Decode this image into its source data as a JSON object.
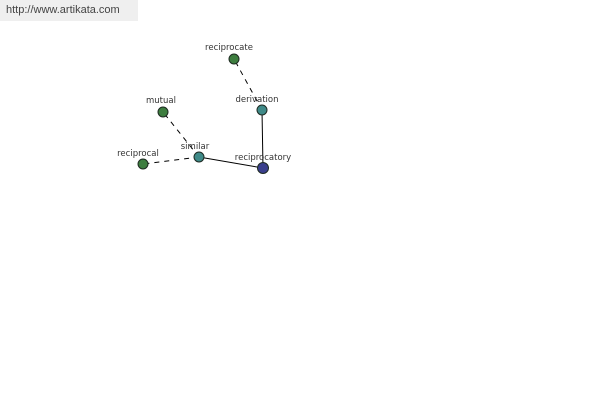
{
  "banner": {
    "url_text": "http://www.artikata.com"
  },
  "graph": {
    "colors": {
      "node_green": "#3d7d3f",
      "node_teal": "#3f8a88",
      "node_center": "#3a3f8c",
      "node_stroke": "#1e2a22",
      "edge": "#000000"
    },
    "nodes": [
      {
        "id": "reciprocatory",
        "label": "reciprocatory",
        "kind": "center"
      },
      {
        "id": "derivation",
        "label": "derivation",
        "kind": "teal"
      },
      {
        "id": "similar",
        "label": "similar",
        "kind": "teal"
      },
      {
        "id": "reciprocate",
        "label": "reciprocate",
        "kind": "green"
      },
      {
        "id": "mutual",
        "label": "mutual",
        "kind": "green"
      },
      {
        "id": "reciprocal",
        "label": "reciprocal",
        "kind": "green"
      }
    ],
    "edges": [
      {
        "from": "reciprocatory",
        "to": "derivation",
        "style": "solid"
      },
      {
        "from": "reciprocatory",
        "to": "similar",
        "style": "solid"
      },
      {
        "from": "derivation",
        "to": "reciprocate",
        "style": "dashed"
      },
      {
        "from": "similar",
        "to": "mutual",
        "style": "dashed"
      },
      {
        "from": "similar",
        "to": "reciprocal",
        "style": "dashed"
      }
    ]
  }
}
